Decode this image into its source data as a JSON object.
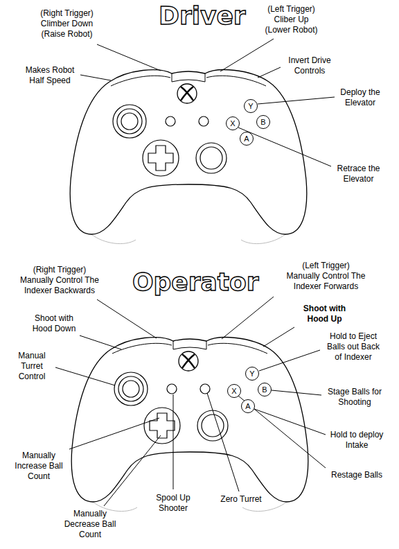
{
  "diagram": {
    "nodes": [
      {
        "text": [
          "Y"
        ]
      },
      {
        "text": [
          "X"
        ]
      },
      {
        "text": [
          "B"
        ]
      },
      {
        "text": [
          "A"
        ]
      },
      {
        "text": [
          "Y"
        ]
      },
      {
        "text": [
          "X"
        ]
      },
      {
        "text": [
          "B"
        ]
      },
      {
        "text": [
          "A"
        ]
      }
    ],
    "labels": [
      "(Right Trigger) Climber Down (Raise Robot)",
      "Driver",
      "(Left Trigger) Cliber Up (Lower Robot)",
      "Makes Robot Half Speed",
      "Invert Drive Controls",
      "Deploy the Elevator",
      "Retrace the Elevator",
      "(Right Trigger) Manually Control The Indexer Backwards",
      "Operator",
      "(Left Trigger) Manually Control The Indexer Forwards",
      "Shoot with Hood Down",
      "Shoot with Hood Up",
      "Hold to Eject Balls out Back of Indexer",
      "Manual Turret Control",
      "Stage Balls for Shooting",
      "Manually Increase Ball Count",
      "Hold to deploy Intake",
      "Restage Balls",
      "Manually Decrease Ball Count",
      "Spool Up Shooter",
      "Zero Turret"
    ]
  }
}
